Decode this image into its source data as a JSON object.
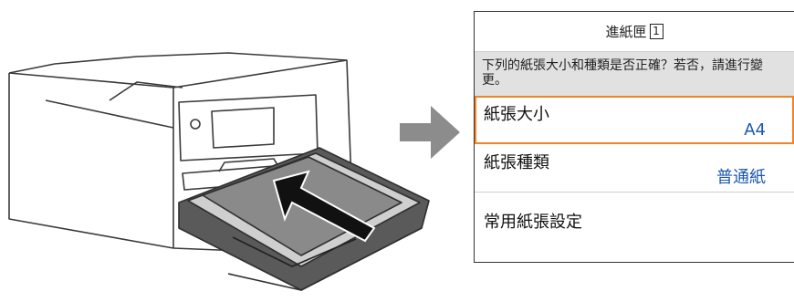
{
  "panel": {
    "title": "進紙匣",
    "tray_number": "1",
    "instruction": "下列的紙張大小和種類是否正確？若否，請進行變更。",
    "rows": [
      {
        "label": "紙張大小",
        "value": "A4"
      },
      {
        "label": "紙張種類",
        "value": "普通紙"
      },
      {
        "label": "常用紙張設定",
        "value": ""
      }
    ]
  },
  "colors": {
    "selection": "#f08228",
    "value_text": "#1a57b0",
    "instruction_bg": "#e1e1e1",
    "arrow": "#8c8c8c"
  },
  "icons": [
    "printer-illustration",
    "right-arrow-icon",
    "insert-arrow-icon"
  ]
}
